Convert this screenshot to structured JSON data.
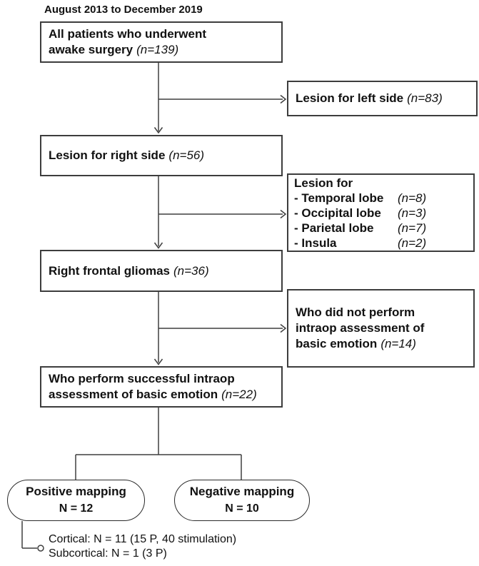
{
  "title": "August 2013 to December 2019",
  "colors": {
    "line": "#3f3f3f",
    "text": "#111111",
    "background": "#ffffff"
  },
  "flow": {
    "box_all_patients": {
      "line1": "All patients who underwent",
      "line2": "awake surgery",
      "n": "(n=139)"
    },
    "box_left_side": {
      "label": "Lesion for left side",
      "n": "(n=83)"
    },
    "box_right_side": {
      "label": "Lesion for right side",
      "n": "(n=56)"
    },
    "box_lesion_for": {
      "heading": "Lesion for",
      "rows": [
        {
          "label": "- Temporal lobe",
          "n": "(n=8)"
        },
        {
          "label": "- Occipital lobe",
          "n": "(n=3)"
        },
        {
          "label": "- Parietal lobe",
          "n": "(n=7)"
        },
        {
          "label": "- Insula",
          "n": "(n=2)"
        }
      ]
    },
    "box_right_frontal": {
      "label": "Right frontal gliomas",
      "n": "(n=36)"
    },
    "box_no_intraop": {
      "line1": "Who did not perform",
      "line2": "intraop assessment of",
      "line3": "basic emotion",
      "n": "(n=14)"
    },
    "box_successful": {
      "line1": "Who perform successful intraop",
      "line2": "assessment of basic emotion",
      "n": "(n=22)"
    },
    "pill_positive": {
      "label": "Positive mapping",
      "count": "N = 12"
    },
    "pill_negative": {
      "label": "Negative mapping",
      "count": "N = 10"
    },
    "note": {
      "line1": "Cortical: N = 11 (15 P, 40 stimulation)",
      "line2": "Subcortical: N = 1 (3 P)"
    }
  }
}
